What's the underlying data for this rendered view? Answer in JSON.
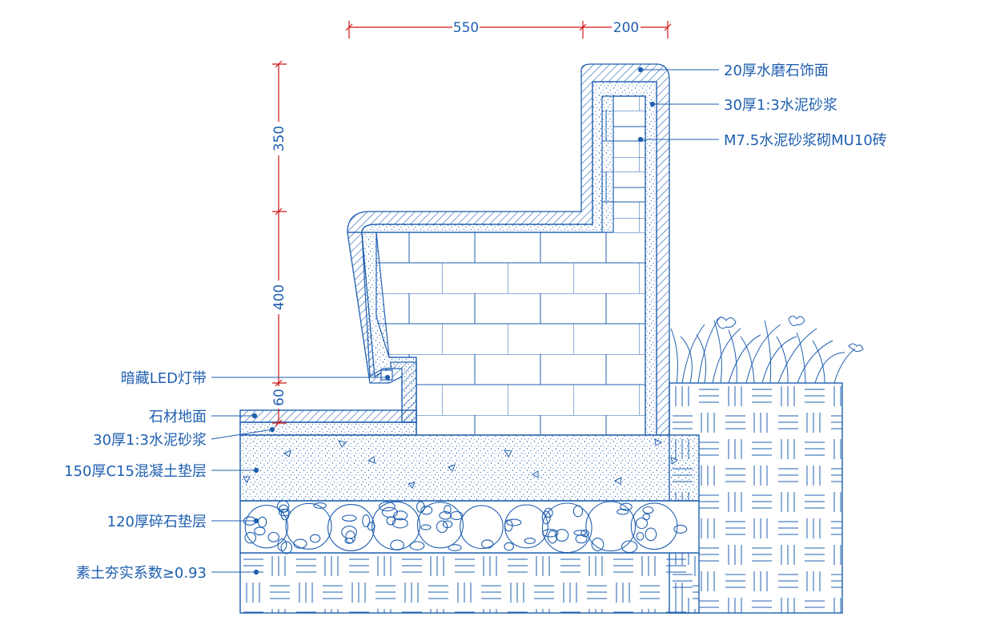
{
  "colors": {
    "line": "#1f5fb0",
    "dimension": "#d11414",
    "background": "#ffffff"
  },
  "dimensions": {
    "width_seat": "550",
    "width_back": "200",
    "height_back": "350",
    "height_seat": "400",
    "height_base": "60"
  },
  "labels_right": {
    "terrazzo": "20厚水磨石饰面",
    "mortar": "30厚1:3水泥砂浆",
    "brick": "M7.5水泥砂浆砌MU10砖"
  },
  "labels_left": {
    "led": "暗藏LED灯带",
    "stone_floor": "石材地面",
    "mortar_floor": "30厚1:3水泥砂浆",
    "concrete": "150厚C15混凝土垫层",
    "gravel": "120厚碎石垫层",
    "soil": "素土夯实系数≥0.93"
  }
}
